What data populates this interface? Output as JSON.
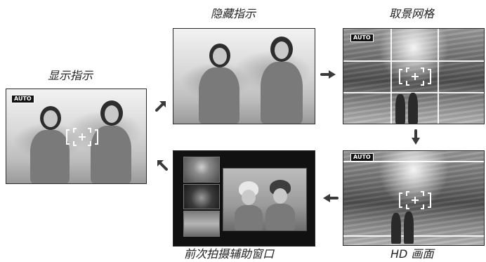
{
  "captions": {
    "display_indicators": "显示指示",
    "hide_indicators": "隐藏指示",
    "framing_grid": "取景网格",
    "hd_framing": "HD 画面",
    "last_shot_assist": "前次拍摄辅助窗口"
  },
  "badges": {
    "auto_label": "AUTO"
  },
  "flow": [
    "显示指示",
    "隐藏指示",
    "取景网格",
    "HD 画面",
    "前次拍摄辅助窗口"
  ],
  "icons": {
    "arrow": "arrow-icon",
    "focus_frame": "focus-frame-icon"
  },
  "colors": {
    "frame_border": "#2a2a2a",
    "arrow": "#3a3a3a",
    "assist_background": "#111111",
    "badge_background": "#111111"
  }
}
